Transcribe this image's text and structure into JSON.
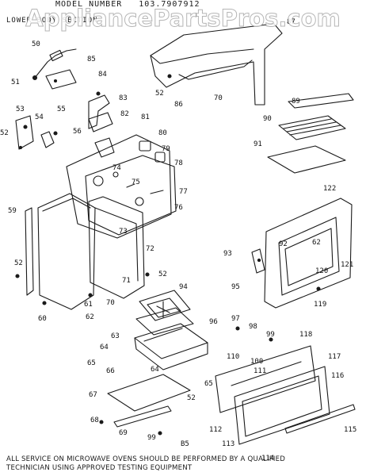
{
  "header": {
    "model_label": "MODEL NUMBER",
    "model_number": "103.7907912",
    "section_title": "LOWER BODY SECTION"
  },
  "watermark": "AppliancePartsPros.com",
  "callouts": {
    "c50": "50",
    "c85": "85",
    "c51": "51",
    "c84": "84",
    "c83": "83",
    "c87": "87",
    "c52a": "52",
    "c86": "86",
    "c70a": "70",
    "c53": "53",
    "c55": "55",
    "c54": "54",
    "c56": "56",
    "c52b": "52",
    "c82": "82",
    "c81": "81",
    "c80": "80",
    "c79": "79",
    "c78": "78",
    "c74": "74",
    "c75": "75",
    "c77": "77",
    "c76": "76",
    "c89": "89",
    "c90": "90",
    "c91": "91",
    "c122": "122",
    "c59": "59",
    "c73": "73",
    "c72": "72",
    "c92": "92",
    "c62a": "62",
    "c93": "93",
    "c121": "121",
    "c120": "120",
    "c52c": "52",
    "c52d": "52",
    "c71": "71",
    "c70b": "70",
    "c61": "61",
    "c60": "60",
    "c62b": "62",
    "c119": "119",
    "c94": "94",
    "c95": "95",
    "c96": "96",
    "c97": "97",
    "c98": "98",
    "c63": "63",
    "c64a": "64",
    "c110": "110",
    "c99a": "99",
    "c118": "118",
    "c65a": "65",
    "c66": "66",
    "c64b": "64",
    "c100": "100",
    "c117": "117",
    "c65b": "65",
    "c52e": "52",
    "c111": "111",
    "c116": "116",
    "c67": "67",
    "c68": "68",
    "c69": "69",
    "c112": "112",
    "c99b": "99",
    "c85b": "B5",
    "c113": "113",
    "c115": "115",
    "c114": "114"
  },
  "footer": {
    "line1": "ALL SERVICE ON MICROWAVE OVENS SHOULD BE PERFORMED BY A QUALIFIED",
    "line2": "TECHNICIAN USING APPROVED TESTING EQUIPMENT"
  }
}
